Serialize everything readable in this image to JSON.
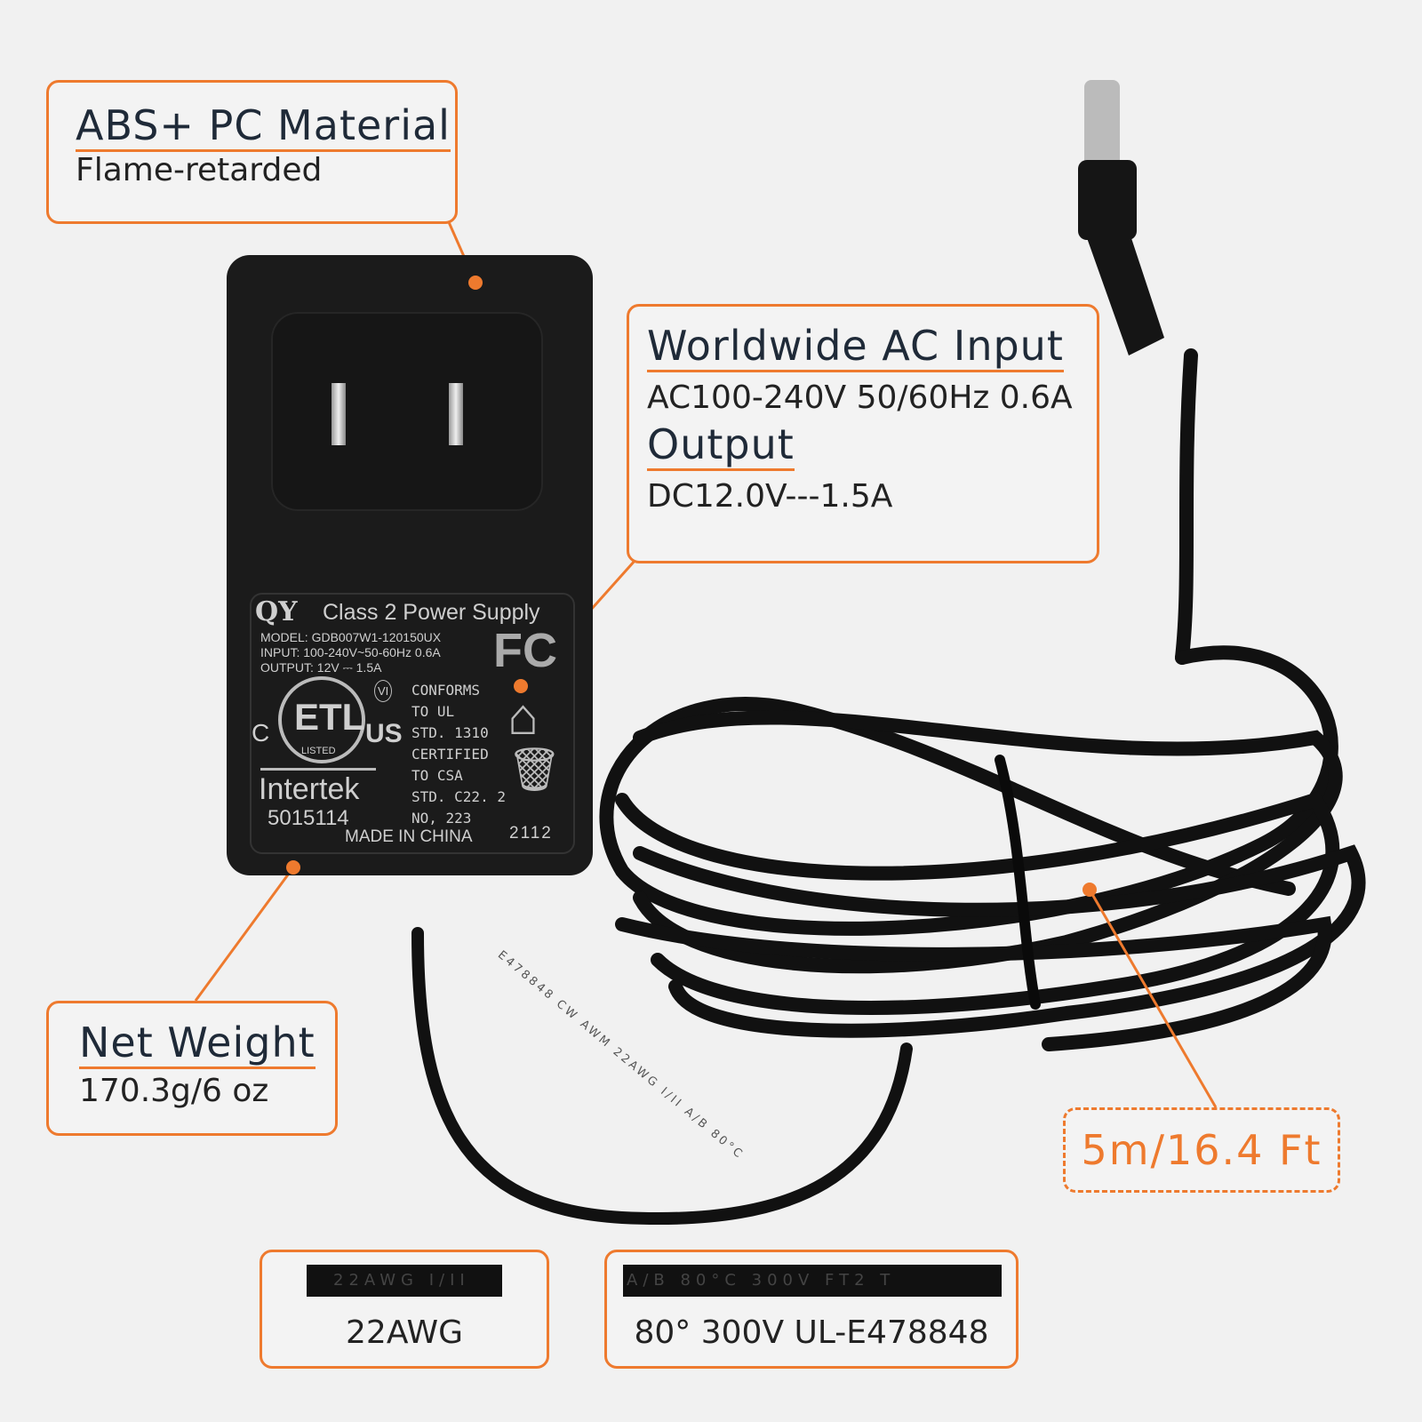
{
  "callouts": {
    "material": {
      "title": "ABS+ PC Material",
      "subtitle": "Flame-retarded"
    },
    "input": {
      "title": "Worldwide AC Input",
      "value": "AC100-240V 50/60Hz 0.6A",
      "output_title": "Output",
      "output_value": "DC12.0V---1.5A"
    },
    "weight": {
      "title": "Net Weight",
      "value": "170.3g/6 oz"
    },
    "length": {
      "value": "5m/16.4 Ft"
    },
    "gauge": {
      "strip_text": "22AWG   I/II",
      "caption": "22AWG"
    },
    "rating": {
      "strip_text": "A/B   80°C   300V   FT2   T",
      "caption": "80° 300V UL-E478848"
    }
  },
  "device_label": {
    "brand": "QY",
    "heading": "Class 2 Power Supply",
    "model": "MODEL: GDB007W1-120150UX",
    "input": "INPUT: 100-240V~50-60Hz  0.6A",
    "output": "OUTPUT: 12V ⎓ 1.5A",
    "etl": "ETL",
    "etl_c": "C",
    "etl_us": "US",
    "etl_listed": "LISTED",
    "vi": "VI",
    "intertek": "Intertek",
    "intertek_no": "5015114",
    "conforms": [
      "CONFORMS",
      "TO UL",
      "STD. 1310",
      "CERTIFIED",
      "TO CSA",
      "STD. C22. 2",
      "NO, 223"
    ],
    "fcc": "FC",
    "origin": "MADE IN CHINA",
    "date_code": "2112"
  },
  "cable_print": "E478848  CW  AWM  22AWG  I/II  A/B  80°C",
  "colors": {
    "accent": "#ee7a2e",
    "device": "#1b1b1b",
    "background": "#f1f1f1"
  }
}
